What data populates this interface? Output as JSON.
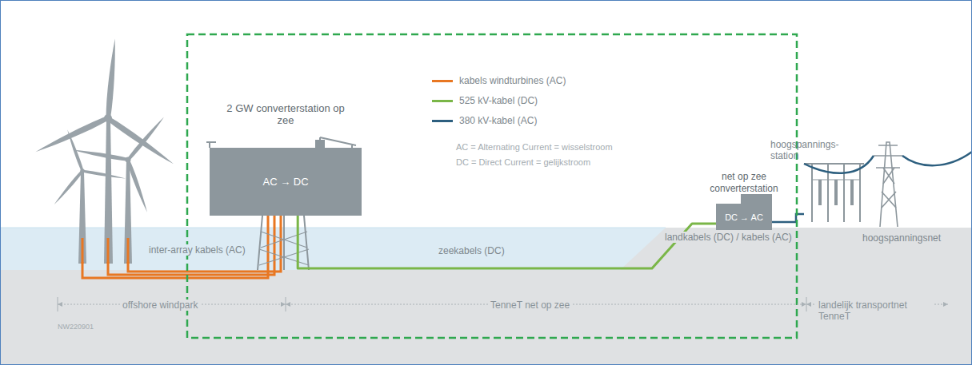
{
  "diagram": {
    "nodes": [
      {
        "text": [
          "2 GW converterstation op zee",
          "AC → DC"
        ]
      },
      {
        "text": [
          "net op zee converterstation",
          "DC → AC"
        ]
      }
    ],
    "edges": [
      {
        "from": 0,
        "to": 1,
        "arrow": "none"
      }
    ],
    "labels": [
      "AC = Alternating Current = wisselstroom",
      "DC = Direct Current = gelijkstroom",
      "inter-array kabels (AC)",
      "zeekabels (DC)",
      "landkabels (DC) / kabels (AC)",
      "hoogspannings- station",
      "hoogspanningsnet",
      "offshore windpark",
      "TenneT net op zee",
      "landelijk transportnet TenneT",
      "NW220901"
    ],
    "legend": [
      {
        "text": "kabels windturbines (AC)",
        "color": "#e87722"
      },
      {
        "text": "525 kV-kabel (DC)",
        "color": "#7ab648"
      },
      {
        "text": "380 kV-kabel (AC)",
        "color": "#2d5f7f"
      }
    ]
  }
}
